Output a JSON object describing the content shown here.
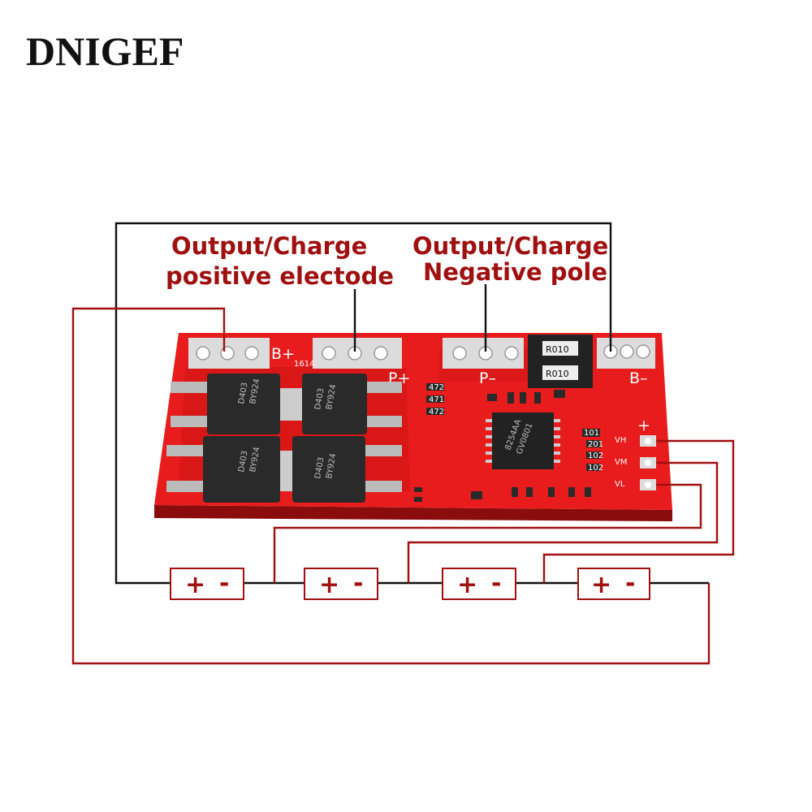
{
  "brand": "DNIGEF",
  "callouts": {
    "positive": [
      "Output/Charge",
      "positive electode"
    ],
    "negative": [
      "Output/Charge",
      "Negative pole"
    ]
  },
  "board": {
    "pads": {
      "b_plus": "B+",
      "p_plus": "P+",
      "p_minus": "P–",
      "b_minus": "B–"
    },
    "sense": {
      "plus": "+",
      "vh": "VH",
      "vm": "VM",
      "vl": "VL"
    },
    "resistor_top": "R010",
    "resistor_bottom": "R010",
    "ic": [
      "8254AA",
      "GV0801"
    ],
    "mosfets": [
      [
        "D403",
        "BY924"
      ],
      [
        "D403",
        "BY924"
      ],
      [
        "D403",
        "BY924"
      ],
      [
        "D403",
        "BY924"
      ]
    ],
    "smd": [
      "472",
      "471",
      "472",
      "101",
      "201",
      "102",
      "102",
      "1614"
    ]
  },
  "cells": [
    {
      "plus": "+",
      "minus": "-"
    },
    {
      "plus": "+",
      "minus": "-"
    },
    {
      "plus": "+",
      "minus": "-"
    },
    {
      "plus": "+",
      "minus": "-"
    }
  ],
  "colors": {
    "board": "#e81c1c",
    "wire_red": "#a01010",
    "wire_black": "#111111",
    "callout_text": "#a01010"
  }
}
